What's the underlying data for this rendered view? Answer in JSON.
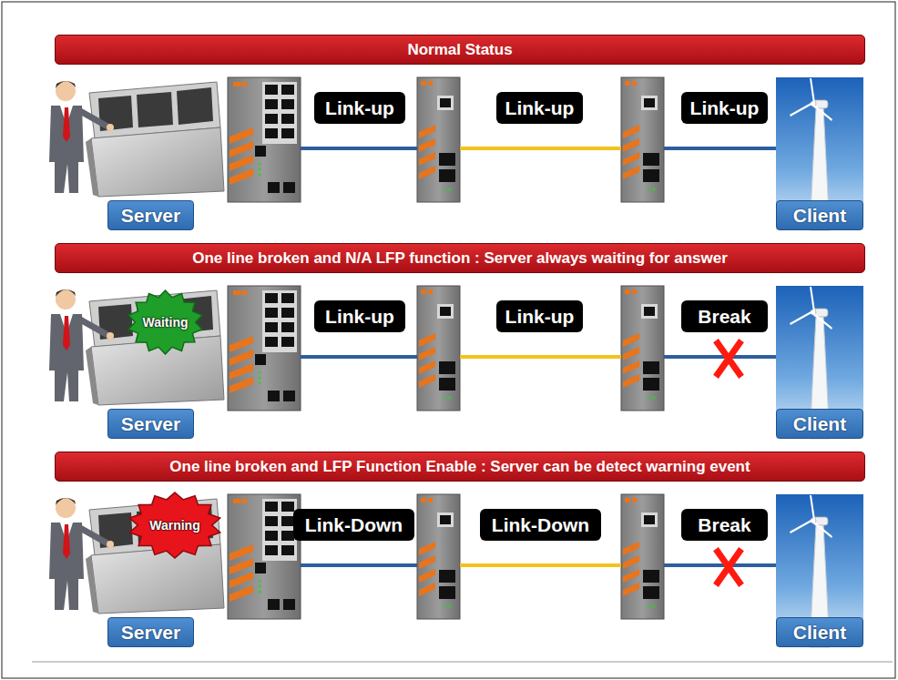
{
  "diagram": {
    "nodes": [
      {
        "text": [
          "Normal Status"
        ]
      },
      {
        "text": [
          "Server"
        ]
      },
      {
        "text": [
          "Link-up"
        ]
      },
      {
        "text": [
          "Link-up"
        ]
      },
      {
        "text": [
          "Link-up"
        ]
      },
      {
        "text": [
          "Client"
        ]
      },
      {
        "text": [
          "One line broken and N/A LFP function : Server always waiting for answer"
        ]
      },
      {
        "text": [
          "Server"
        ]
      },
      {
        "text": [
          "Waiting"
        ]
      },
      {
        "text": [
          "Link-up"
        ]
      },
      {
        "text": [
          "Link-up"
        ]
      },
      {
        "text": [
          "Break"
        ]
      },
      {
        "text": [
          "Client"
        ]
      },
      {
        "text": [
          "One line broken and LFP Function Enable : Server can be detect warning event"
        ]
      },
      {
        "text": [
          "Server"
        ]
      },
      {
        "text": [
          "Warning"
        ]
      },
      {
        "text": [
          "Link-Down"
        ]
      },
      {
        "text": [
          "Link-Down"
        ]
      },
      {
        "text": [
          "Break"
        ]
      },
      {
        "text": [
          "Client"
        ]
      }
    ]
  }
}
